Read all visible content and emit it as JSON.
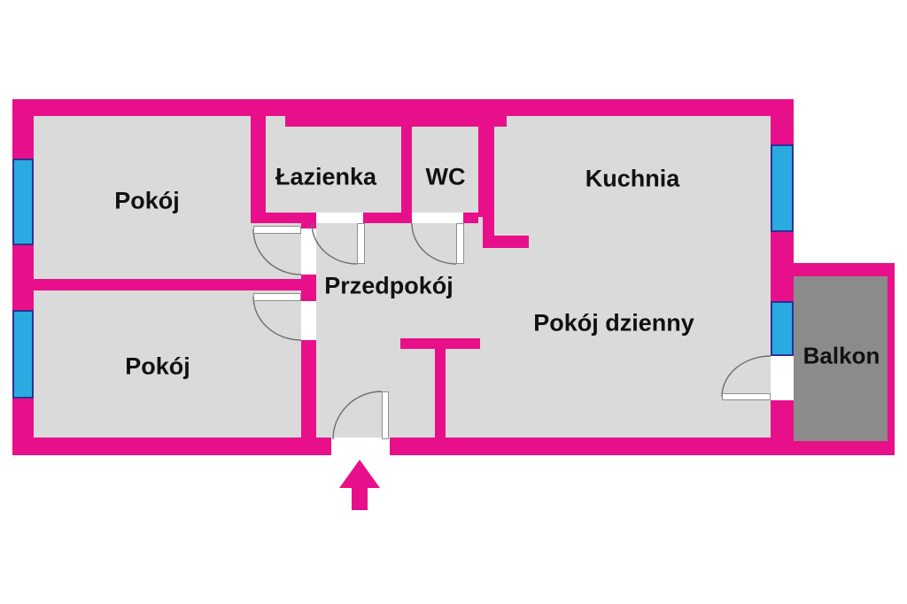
{
  "floorplan": {
    "rooms": [
      {
        "name": "pokoj-top",
        "label": "Pokój"
      },
      {
        "name": "lazienka",
        "label": "Łazienka"
      },
      {
        "name": "wc",
        "label": "WC"
      },
      {
        "name": "kuchnia",
        "label": "Kuchnia"
      },
      {
        "name": "przedpokoj",
        "label": "Przedpokój"
      },
      {
        "name": "pokoj-dzienny",
        "label": "Pokój dzienny"
      },
      {
        "name": "pokoj-bottom",
        "label": "Pokój"
      },
      {
        "name": "balkon",
        "label": "Balkon"
      }
    ],
    "colors": {
      "wall": "#E8108A",
      "window_fill": "#29ABE2",
      "window_border": "#2E3192",
      "floor": "#DADADA",
      "balcony_floor": "#8B8B8B",
      "door_line": "#6E6E6E",
      "label": "#111111",
      "background": "#FFFFFF"
    },
    "icons": {
      "entrance_arrow": "filled-up-arrow"
    }
  }
}
